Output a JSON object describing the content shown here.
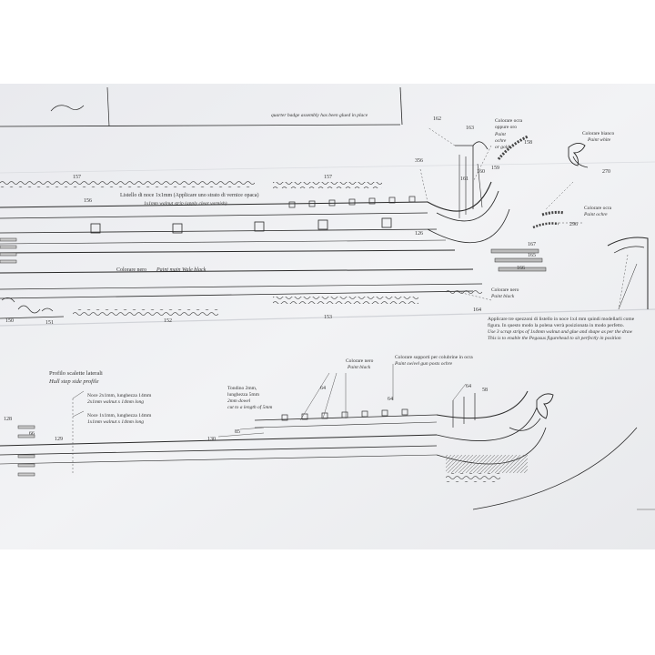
{
  "top_note": "quarter badge assembly has been glued in place",
  "bow_labels": {
    "ochre_gold_it": "Colorare ocra",
    "ochre_gold_it2": "oppure oro",
    "ochre_gold_en": "Paint",
    "ochre_gold_en2": "ochre",
    "ochre_gold_en3": "or gold",
    "white_it": "Colorare bianco",
    "white_en": "Paint white",
    "ochre_it": "Colorare ocra",
    "ochre_en": "Paint ochre",
    "black_it": "Colorare nero",
    "black_en": "Paint black"
  },
  "wale_label": {
    "it": "Listello di noce 1x1mm (Applicare uno strato di vernice opaca)",
    "en": "1x1mm walnut strip (apply clear varnish)"
  },
  "paint_wale": {
    "it": "Colorare nero",
    "en": "Paint main Wale black"
  },
  "apply_note": {
    "l1": "Applicare tre spezzoni di listello in noce 1x4 mm quindi modellarli come",
    "l2": "figura. In questo modo la polena verrà posizionata in modo perfetto.",
    "l3": "Use 3 scrap strips of 1x4mm walnut and glue and shape as per the draw",
    "l4": "This is to enable the Pegasus figurehead to sit perfectly in position"
  },
  "profile": {
    "it": "Profilo scalette laterali",
    "en": "Hull step side profile"
  },
  "walnut_2x1": {
    "it": "Noce 2x1mm, lunghezza 14mm",
    "en": "2x1mm walnut x 14mm long"
  },
  "walnut_1x1": {
    "it": "Noce 1x1mm, lunghezza 14mm",
    "en": "1x1mm walnut x 14mm long"
  },
  "dowel": {
    "l1": "Tondino 2mm,",
    "l2": "lunghezza 5mm",
    "l3": "2mm dowel",
    "l4": "cut to a length of 5mm"
  },
  "paint_black2": {
    "it": "Colorare nero",
    "en": "Paint black"
  },
  "swivel": {
    "it": "Colorare supporti per colubrine in ocra",
    "en": "Paint swivel gun posts ochre"
  },
  "numbers": {
    "n162": "162",
    "n163": "163",
    "n356": "356",
    "n158": "158",
    "n159": "159",
    "n160": "160",
    "n161": "161",
    "n157a": "157",
    "n157b": "157",
    "n156": "156",
    "n270": "270",
    "n296": "296",
    "n126": "126",
    "n167": "167",
    "n165": "165",
    "n166": "166",
    "n164": "164",
    "n150": "150",
    "n151": "151",
    "n152": "152",
    "n153": "153",
    "n64a": "64",
    "n64b": "64",
    "n64c": "64",
    "n58": "58",
    "n85": "85",
    "n130": "130",
    "n128": "128",
    "n66": "66",
    "n129": "129"
  }
}
